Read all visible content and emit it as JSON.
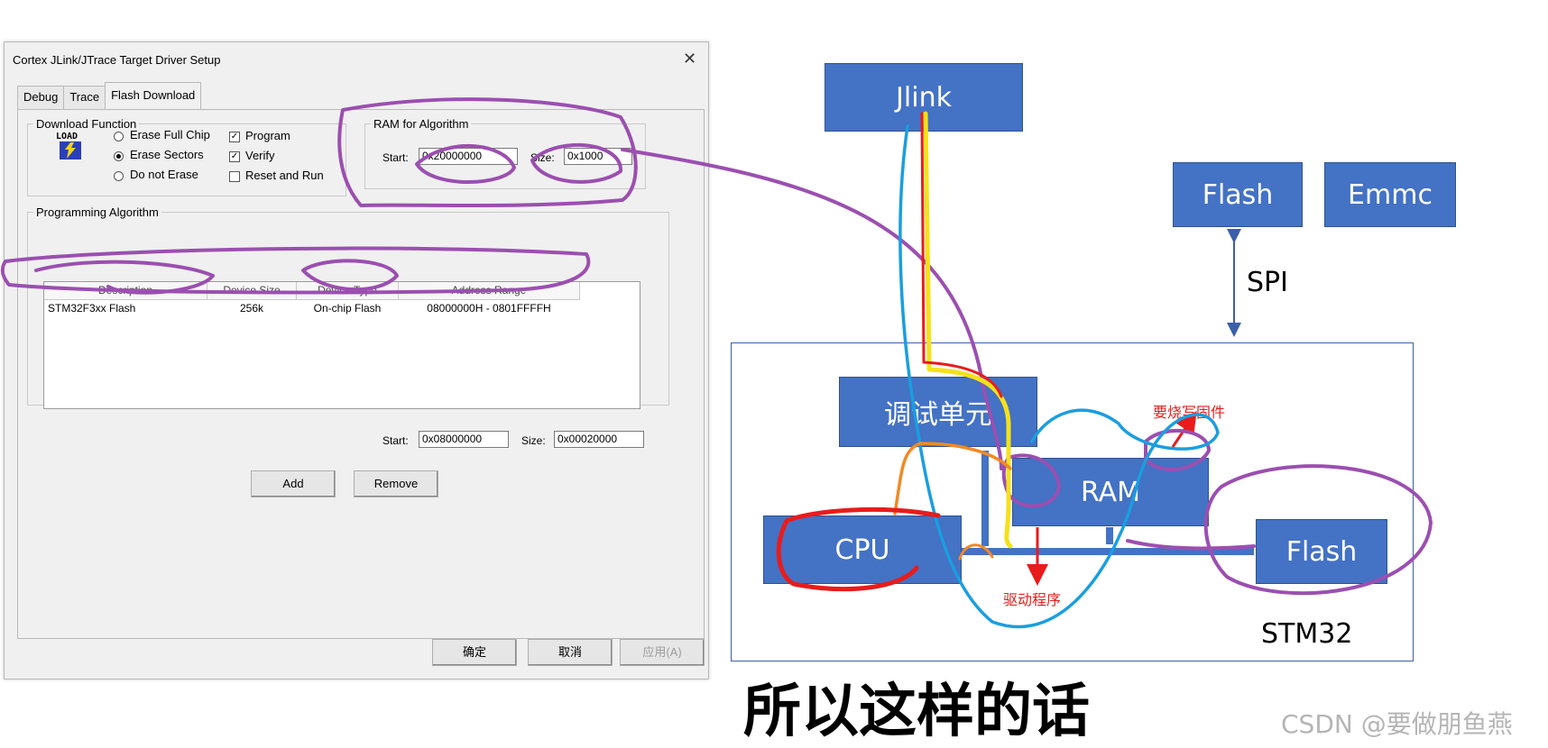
{
  "dialog": {
    "title": "Cortex JLink/JTrace Target Driver Setup",
    "tabs": [
      {
        "label": "Debug"
      },
      {
        "label": "Trace"
      },
      {
        "label": "Flash Download"
      }
    ],
    "download_function": {
      "legend": "Download Function",
      "icon": "load-icon",
      "options": [
        {
          "label": "Erase Full Chip",
          "selected": false
        },
        {
          "label": "Erase Sectors",
          "selected": true
        },
        {
          "label": "Do not Erase",
          "selected": false
        }
      ],
      "checks": [
        {
          "label": "Program",
          "checked": true
        },
        {
          "label": "Verify",
          "checked": true
        },
        {
          "label": "Reset and Run",
          "checked": false
        }
      ]
    },
    "ram_for_algorithm": {
      "legend": "RAM for Algorithm",
      "start_label": "Start:",
      "start_value": "0x20000000",
      "size_label": "Size:",
      "size_value": "0x1000"
    },
    "programming_algorithm": {
      "legend": "Programming Algorithm",
      "columns": [
        "Description",
        "Device Size",
        "Device Type",
        "Address Range"
      ],
      "rows": [
        [
          "STM32F3xx Flash",
          "256k",
          "On-chip Flash",
          "08000000H - 0801FFFFH"
        ]
      ],
      "start_label": "Start:",
      "start_value": "0x08000000",
      "size_label": "Size:",
      "size_value": "0x00020000"
    },
    "add_label": "Add",
    "remove_label": "Remove",
    "ok_label": "确定",
    "cancel_label": "取消",
    "apply_label": "应用(A)"
  },
  "diagram": {
    "jlink": "Jlink",
    "flash_ext": "Flash",
    "emmc": "Emmc",
    "spi": "SPI",
    "debug_unit": "调试单元",
    "ram": "RAM",
    "cpu": "CPU",
    "flash_int": "Flash",
    "stm32": "STM32",
    "annotation_firmware": "要烧写固件",
    "annotation_driver": "驱动程序",
    "subtitle": "所以这样的话",
    "watermark": "CSDN @要做朋鱼燕"
  },
  "colors": {
    "box_blue": "#4472c4",
    "purple_ink": "#9b4fb0",
    "cyan_ink": "#1a9ee0",
    "yellow_ink": "#f5e11a",
    "red_ink": "#e81c1c",
    "orange_ink": "#f08a24"
  }
}
